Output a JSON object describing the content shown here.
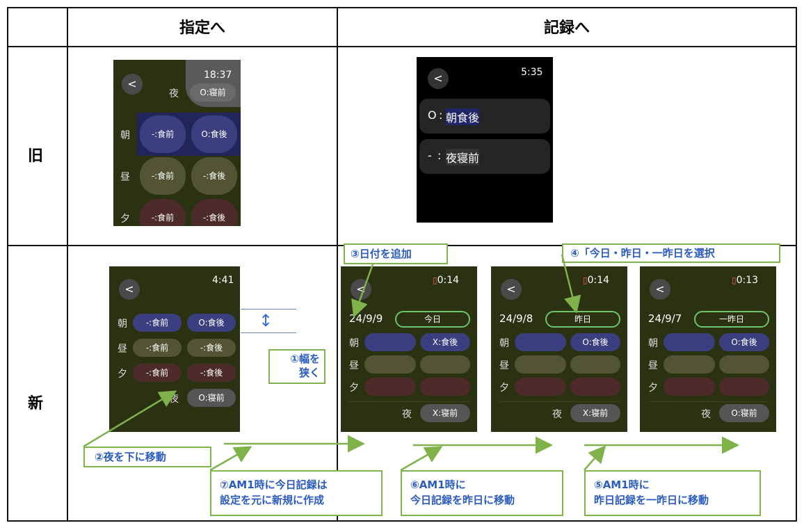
{
  "headers": {
    "designation": "指定へ",
    "record": "記録へ"
  },
  "rows": {
    "old": "旧",
    "new": "新"
  },
  "old_designation": {
    "time": "18:37",
    "back": "<",
    "night_label": "夜",
    "night_btn": "O:寝前",
    "morning": "朝",
    "noon": "昼",
    "evening": "夕",
    "m_before": "-:食前",
    "m_after": "O:食後",
    "n_before": "-:食前",
    "n_after": "-:食後",
    "e_before": "-:食前",
    "e_after": "-:食後"
  },
  "old_record": {
    "time": "5:35",
    "back": "<",
    "item1_code": "O",
    "item1_sep": ":",
    "item1_text": "朝食後",
    "item2_code": "-",
    "item2_sep": ":",
    "item2_text": "夜寝前"
  },
  "new_designation": {
    "time": "4:41",
    "back": "<",
    "morning": "朝",
    "noon": "昼",
    "evening": "夕",
    "night": "夜",
    "m_before": "-:食前",
    "m_after": "O:食後",
    "n_before": "-:食前",
    "n_after": "-:食後",
    "e_before": "-:食前",
    "e_after": "-:食後",
    "night_btn": "O:寝前"
  },
  "new_records": [
    {
      "time": "0:14",
      "date": "24/9/9",
      "day": "今日",
      "m_after": "X:食後",
      "night_btn": "X:寝前"
    },
    {
      "time": "0:14",
      "date": "24/9/8",
      "day": "昨日",
      "m_after": "O:食後",
      "night_btn": "X:寝前"
    },
    {
      "time": "0:13",
      "date": "24/9/7",
      "day": "一昨日",
      "m_after": "O:食後",
      "night_btn": "O:寝前"
    }
  ],
  "new_record_labels": {
    "back": "<",
    "morning": "朝",
    "noon": "昼",
    "evening": "夕",
    "night": "夜"
  },
  "callouts": {
    "c1_line1": "①幅を",
    "c1_line2": "狭く",
    "c2": "②夜を下に移動",
    "c3": "③日付を追加",
    "c4": "④「今日・昨日・一昨日を選択",
    "c5_line1": "⑤AM1時に",
    "c5_line2": "昨日記録を一昨日に移動",
    "c6_line1": "⑥AM1時に",
    "c6_line2": "今日記録を昨日に移動",
    "c7_line1": "⑦AM1時に今日記録は",
    "c7_line2": "設定を元に新規に作成"
  },
  "colors": {
    "accent_green": "#7fb24a",
    "callout_text": "#2a5bbf",
    "screen_bg": "#2b3212"
  }
}
